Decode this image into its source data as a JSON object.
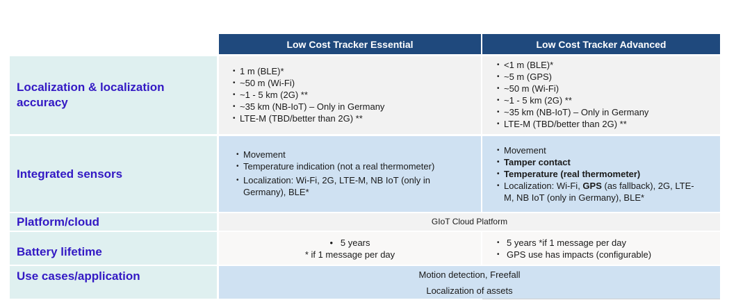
{
  "table": {
    "columns": [
      "Low Cost Tracker Essential",
      "Low Cost Tracker Advanced"
    ],
    "rows": {
      "localization": {
        "label": "Localization & localization accuracy",
        "essential": [
          "1 m (BLE)*",
          "~50 m (Wi-Fi)",
          "~1 - 5 km (2G) **",
          "~35 km (NB-IoT) – Only in Germany",
          "LTE-M (TBD/better than 2G) **"
        ],
        "advanced": [
          "<1 m (BLE)*",
          "~5 m (GPS)",
          "~50 m (Wi-Fi)",
          "~1 - 5 km (2G) **",
          "~35 km (NB-IoT) – Only in Germany",
          "LTE-M (TBD/better than 2G) **"
        ]
      },
      "sensors": {
        "label": "Integrated sensors",
        "essential": [
          "Movement",
          "Temperature indication (not a real thermometer)",
          "Localization: Wi-Fi, 2G, LTE-M, NB IoT (only in Germany), BLE*"
        ],
        "advanced": {
          "movement": "Movement",
          "tamper": "Tamper contact",
          "temperature": "Temperature (real thermometer)",
          "loc_a": "Localization: Wi-Fi, ",
          "loc_gps": "GPS",
          "loc_b": " (as fallback), 2G, LTE-M, NB IoT (only in Germany), BLE*"
        }
      },
      "platform": {
        "label": "Platform/cloud",
        "value": "GIoT Cloud Platform"
      },
      "battery": {
        "label": "Battery lifetime",
        "essential_bullet": "5 years",
        "essential_note": "* if 1 message per day",
        "advanced": [
          "5 years *if 1 message per day",
          "GPS use has impacts (configurable)"
        ]
      },
      "usecases": {
        "label": "Use cases/application",
        "values": [
          "Motion detection, Freefall",
          "Localization of assets"
        ]
      }
    }
  },
  "colors": {
    "header_bg": "#1f497d",
    "label_bg": "#dff0f0",
    "label_text": "#3319c4",
    "gray_cell": "#f2f2f2",
    "blue_cell": "#cfe1f2"
  }
}
